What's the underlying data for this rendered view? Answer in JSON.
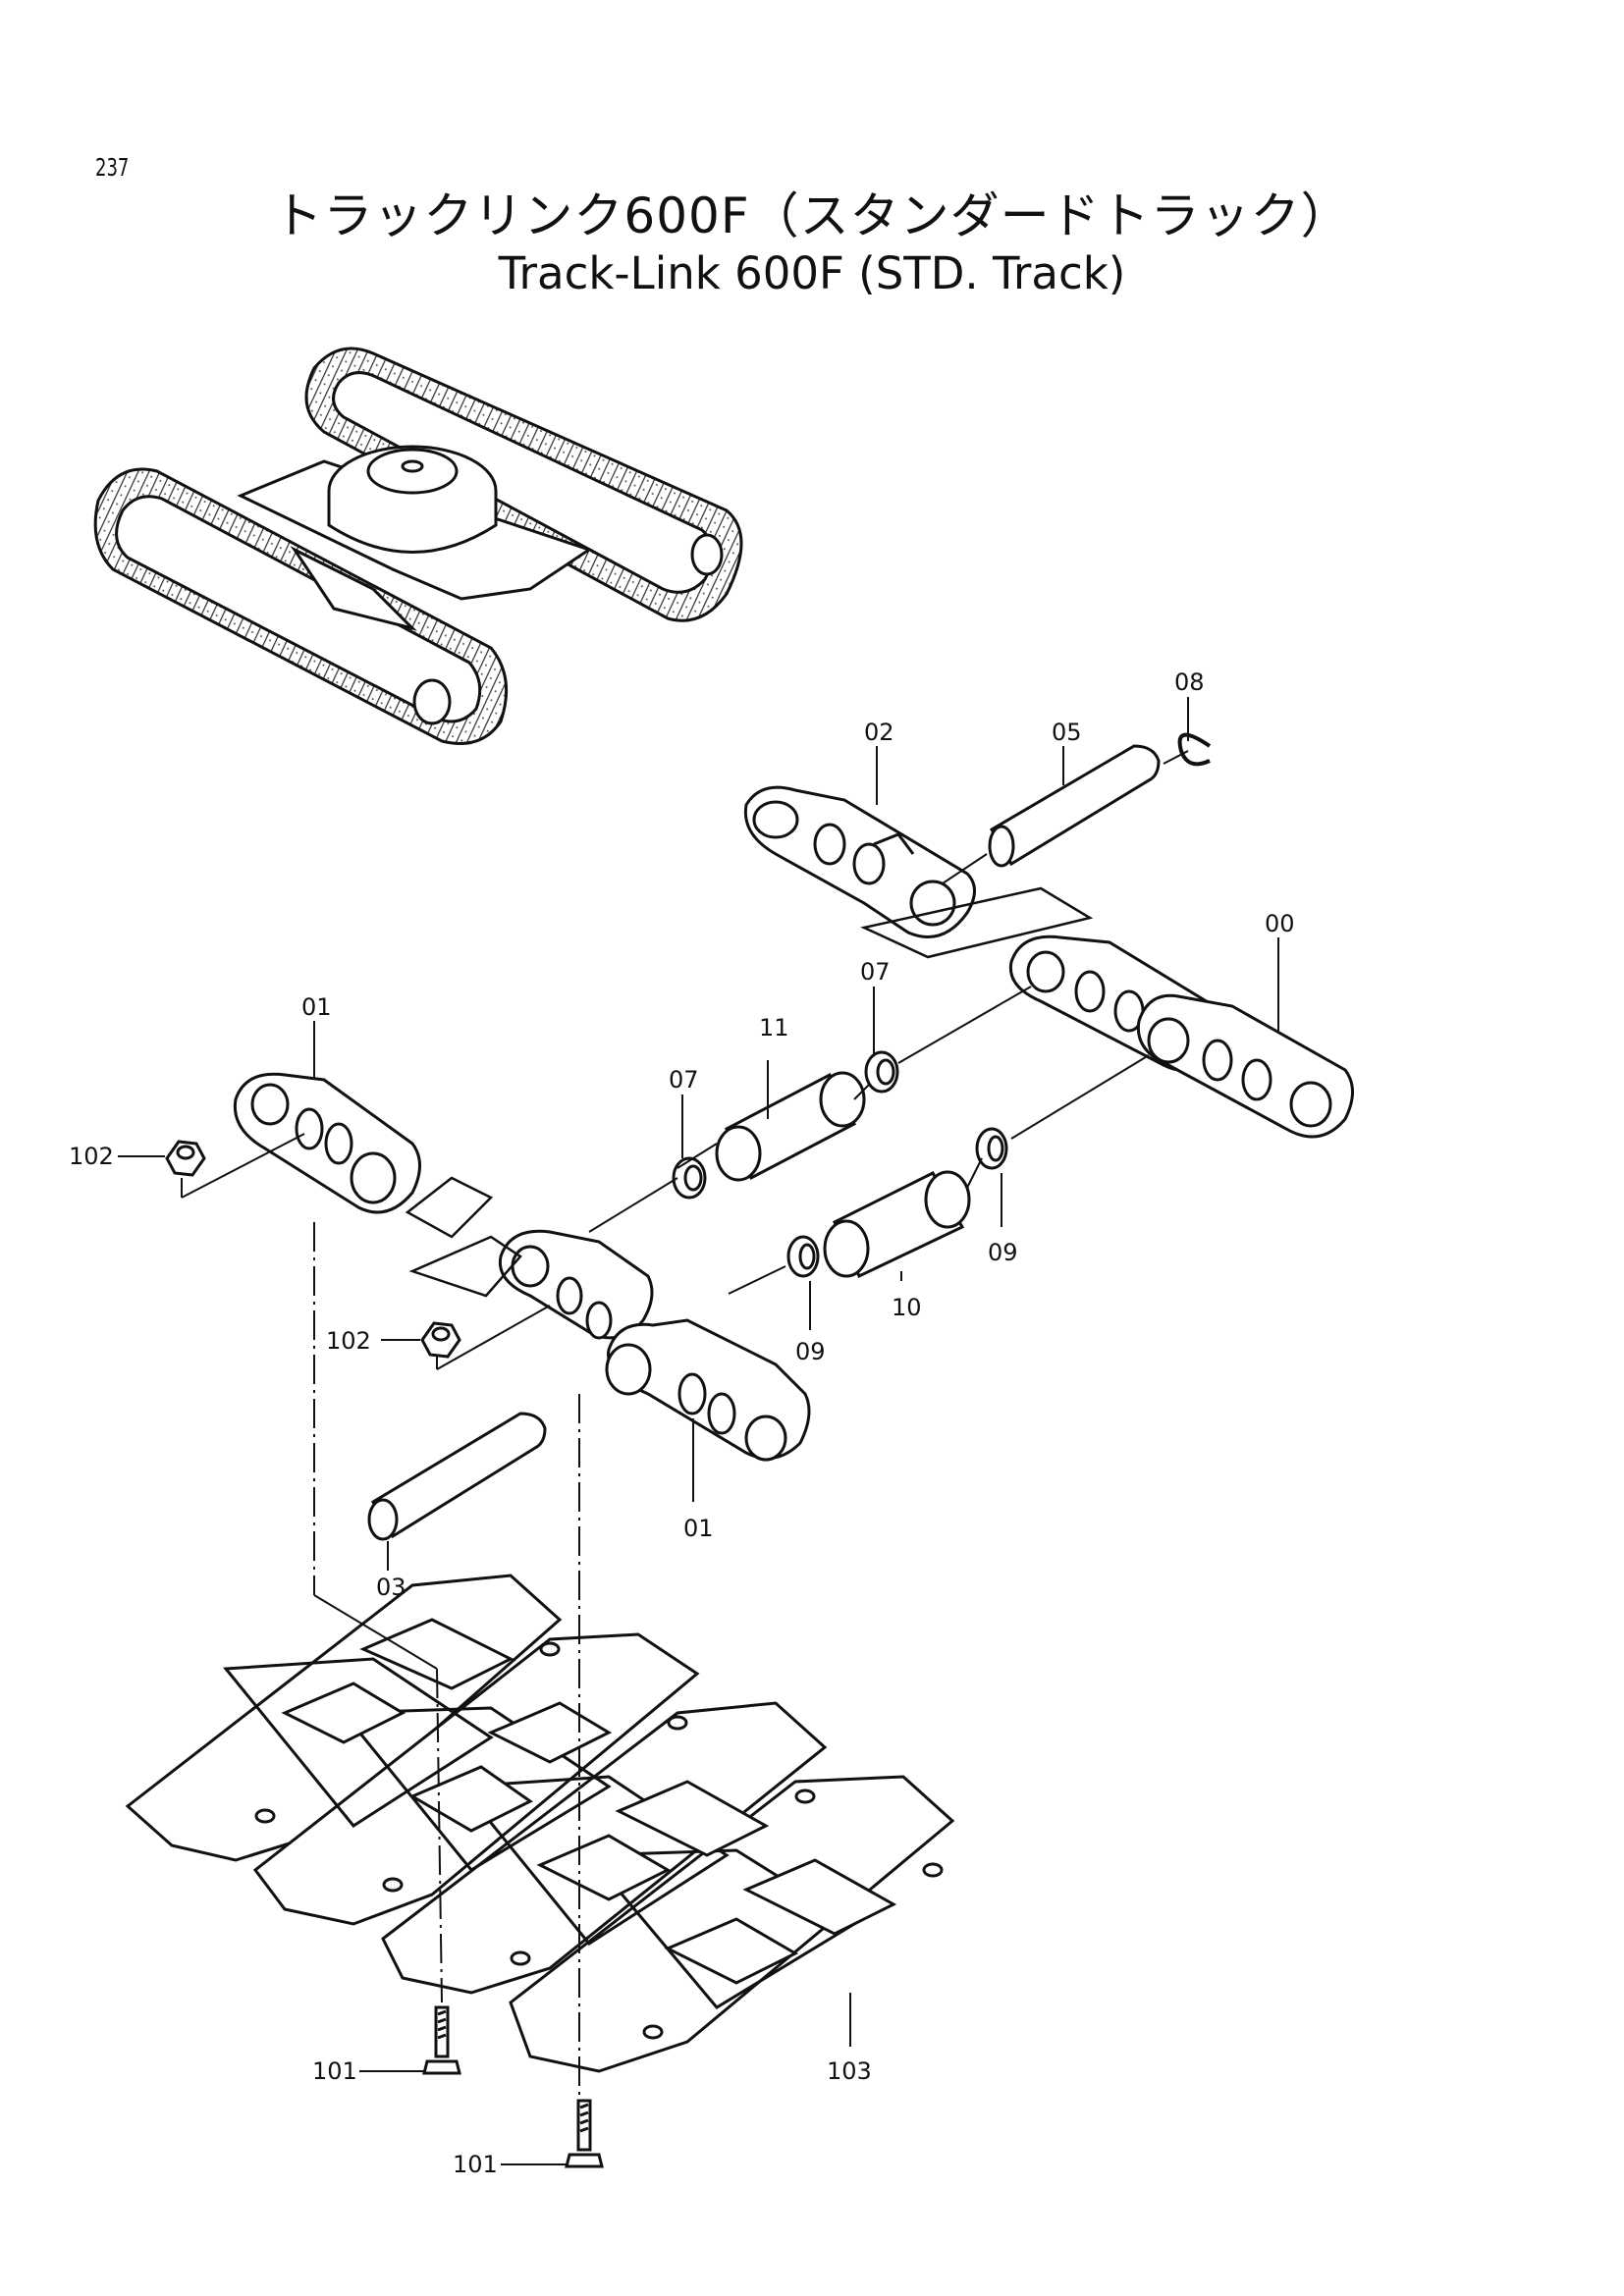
{
  "page_number": "237",
  "title_ja": "トラックリンク600F（スタンダードトラック）",
  "title_en": "Track-Link 600F (STD. Track)",
  "parts": {
    "p00": "00",
    "p01a": "01",
    "p01b": "01",
    "p02": "02",
    "p03": "03",
    "p05": "05",
    "p07a": "07",
    "p07b": "07",
    "p08": "08",
    "p09a": "09",
    "p09b": "09",
    "p10": "10",
    "p11": "11",
    "p101a": "101",
    "p101b": "101",
    "p102a": "102",
    "p102b": "102",
    "p103": "103"
  }
}
